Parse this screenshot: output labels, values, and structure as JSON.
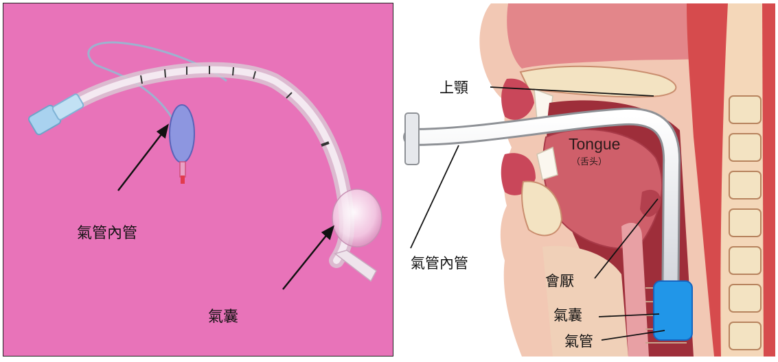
{
  "left_panel": {
    "label_tube": "氣管內管",
    "label_cuff": "氣囊"
  },
  "right_panel": {
    "label_maxilla": "上顎",
    "label_tongue_en": "Tongue",
    "label_tongue_cn": "（舌头）",
    "label_tube": "氣管內管",
    "label_epiglottis": "會厭",
    "label_cuff": "氣囊",
    "label_trachea": "氣管"
  },
  "colors": {
    "photo_background": "#e873b9",
    "cuff_blue": "#2196e8",
    "tissue_red": "#d9494a",
    "bone": "#f3e3c2"
  }
}
